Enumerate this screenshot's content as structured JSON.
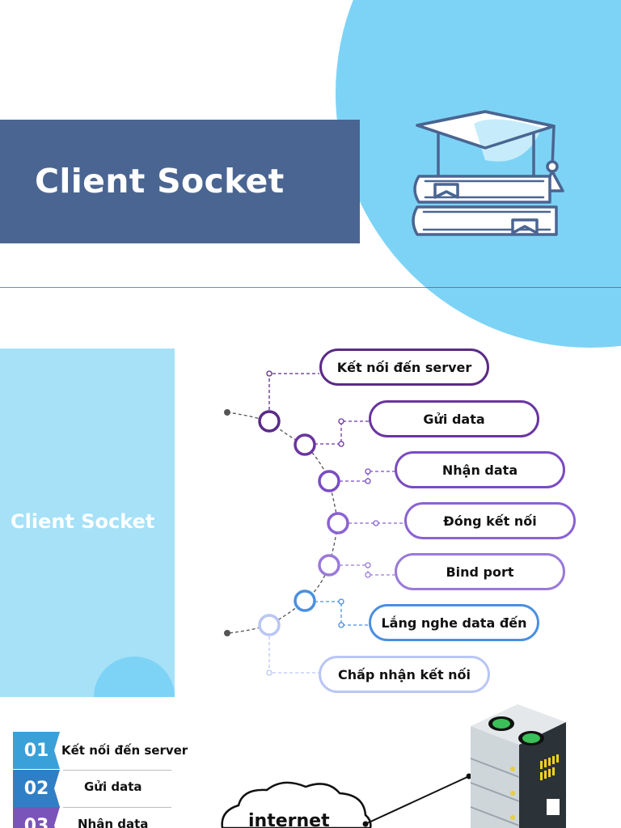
{
  "slide1": {
    "title": "Client Socket",
    "icon": "graduation-cap-books-icon",
    "colors": {
      "band": "#4a6591",
      "circle": "#7dd3f5"
    }
  },
  "slide2": {
    "side_title": "Client Socket",
    "steps": [
      {
        "label": "Kết nối đến server",
        "color": "#5b2a86"
      },
      {
        "label": "Gửi data",
        "color": "#6a35a0"
      },
      {
        "label": "Nhận data",
        "color": "#7a4cc0"
      },
      {
        "label": "Đóng kết nối",
        "color": "#8a63d2"
      },
      {
        "label": "Bind port",
        "color": "#9a7ad8"
      },
      {
        "label": "Lắng nghe data đến",
        "color": "#4a8fe0"
      },
      {
        "label": "Chấp nhận kết nối",
        "color": "#b9c6f5"
      }
    ]
  },
  "slide3": {
    "items": [
      {
        "num": "01",
        "label": "Kết nối đến server",
        "color": "#3aa0d8"
      },
      {
        "num": "02",
        "label": "Gửi data",
        "color": "#2f7fc6"
      },
      {
        "num": "03",
        "label": "Nhận data",
        "color": "#7a54b8"
      }
    ],
    "cloud_label": "internet",
    "server_icon": "server-rack-icon"
  }
}
